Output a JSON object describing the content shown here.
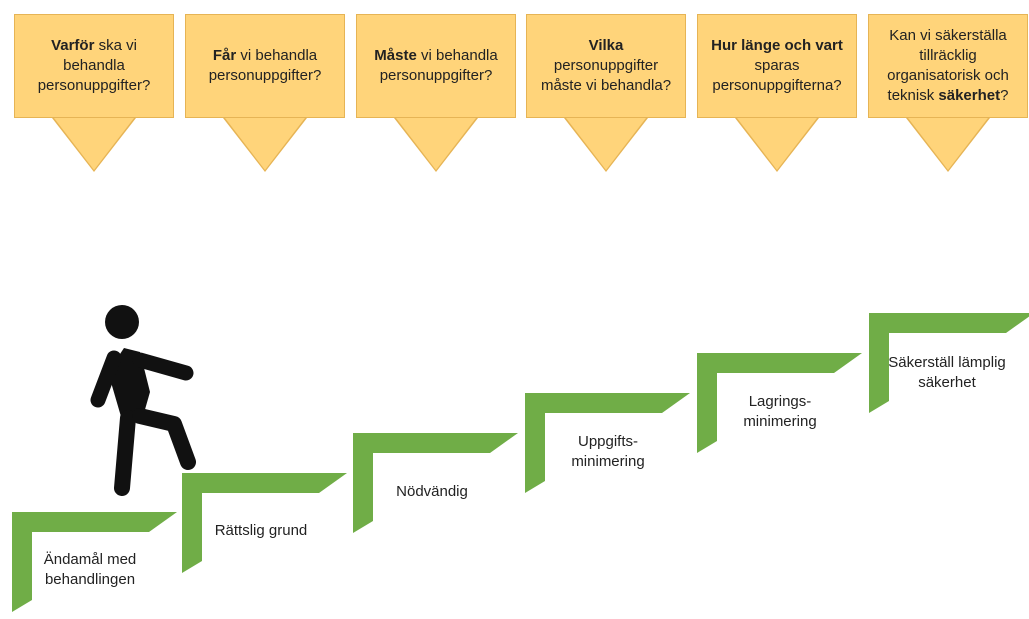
{
  "callouts": [
    {
      "bold": "Varför",
      "rest": " ska vi behandla personuppgifter?",
      "bold_pos": "start"
    },
    {
      "bold": "Får",
      "rest": " vi behandla personuppgifter?",
      "bold_pos": "start"
    },
    {
      "bold": "Måste",
      "rest": " vi behandla personuppgifter?",
      "bold_pos": "start"
    },
    {
      "bold": "Vilka",
      "rest": " personuppgifter måste vi behandla?",
      "bold_pos": "start"
    },
    {
      "bold": "Hur länge och vart",
      "rest": " sparas personuppgifterna?",
      "bold_pos": "start"
    },
    {
      "pre": "Kan vi säkerställa tillräcklig organisatorisk och teknisk ",
      "bold": "säkerhet",
      "post": "?",
      "bold_pos": "middle"
    }
  ],
  "steps": [
    {
      "line1": "Ändamål med",
      "line2": "behandlingen"
    },
    {
      "line1": "Rättslig grund",
      "line2": ""
    },
    {
      "line1": "Nödvändig",
      "line2": ""
    },
    {
      "line1": "Uppgifts-",
      "line2": "minimering"
    },
    {
      "line1": "Lagrings-",
      "line2": "minimering"
    },
    {
      "line1": "Säkerställ lämplig",
      "line2": "säkerhet"
    }
  ],
  "colors": {
    "callout_fill": "#ffd47a",
    "callout_border": "#e6b455",
    "step_fill": "#70ad47",
    "figure": "#111111"
  },
  "figure_icon": "walking-person-icon"
}
